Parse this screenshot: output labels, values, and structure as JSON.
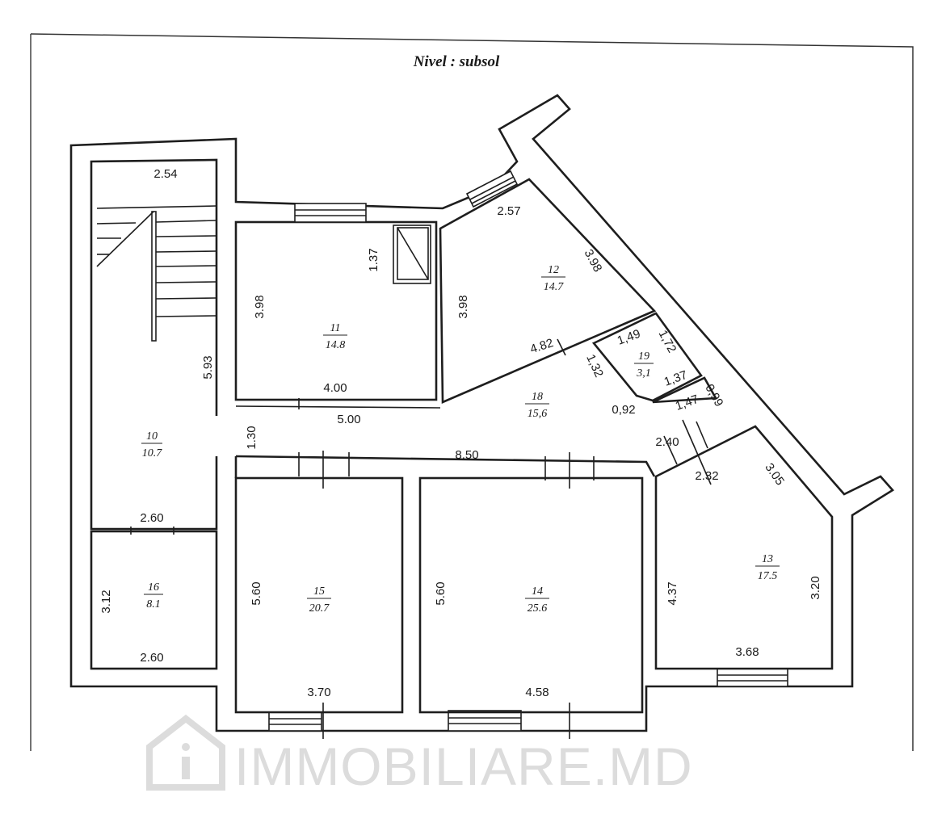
{
  "title": "Nivel : subsol",
  "rooms": [
    {
      "number": "10",
      "area": "10.7"
    },
    {
      "number": "16",
      "area": "8.1"
    },
    {
      "number": "11",
      "area": "14.8"
    },
    {
      "number": "12",
      "area": "14.7"
    },
    {
      "number": "19",
      "area": "3,1"
    },
    {
      "number": "18",
      "area": "15,6"
    },
    {
      "number": "15",
      "area": "20.7"
    },
    {
      "number": "14",
      "area": "25.6"
    },
    {
      "number": "13",
      "area": "17.5"
    }
  ],
  "dimensions": [
    "2.54",
    "5.93",
    "1.37",
    "3.98",
    "4.00",
    "5.00",
    "1.30",
    "3.98",
    "2.57",
    "3.98",
    "4.82",
    "1,49",
    "1,72",
    "1,37",
    "1,32",
    "0,92",
    "1,47",
    "0,99",
    "8.50",
    "2.40",
    "2.32",
    "3.05",
    "2.60",
    "3.12",
    "2.60",
    "5.60",
    "3.70",
    "5.60",
    "4.58",
    "4.37",
    "3.68",
    "3.20"
  ],
  "watermark": "IMMOBILIARE.MD"
}
